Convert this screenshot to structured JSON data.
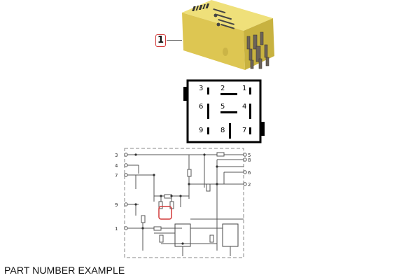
{
  "product_photo": {
    "description": "Yellow 9-pin automotive relay",
    "body_color": "#e6d15a",
    "callout": {
      "label": "1",
      "border_color": "#d23a3a"
    }
  },
  "pinout": {
    "pins": [
      {
        "label": "3",
        "row": 0,
        "col": 0,
        "orientation": "vertical"
      },
      {
        "label": "2",
        "row": 0,
        "col": 1,
        "orientation": "horizontal"
      },
      {
        "label": "1",
        "row": 0,
        "col": 2,
        "orientation": "vertical"
      },
      {
        "label": "6",
        "row": 1,
        "col": 0,
        "orientation": "vertical"
      },
      {
        "label": "5",
        "row": 1,
        "col": 1,
        "orientation": "horizontal"
      },
      {
        "label": "4",
        "row": 1,
        "col": 2,
        "orientation": "vertical"
      },
      {
        "label": "9",
        "row": 2,
        "col": 0,
        "orientation": "vertical"
      },
      {
        "label": "8",
        "row": 2,
        "col": 1,
        "orientation": "vertical"
      },
      {
        "label": "7",
        "row": 2,
        "col": 2,
        "orientation": "vertical"
      }
    ]
  },
  "schematic": {
    "left_terminals": [
      "3",
      "4",
      "7",
      "9",
      "1"
    ],
    "right_terminals": [
      "5",
      "8",
      "6",
      "2"
    ],
    "highlight_color": "#d23a3a"
  },
  "caption": "PART NUMBER EXAMPLE"
}
